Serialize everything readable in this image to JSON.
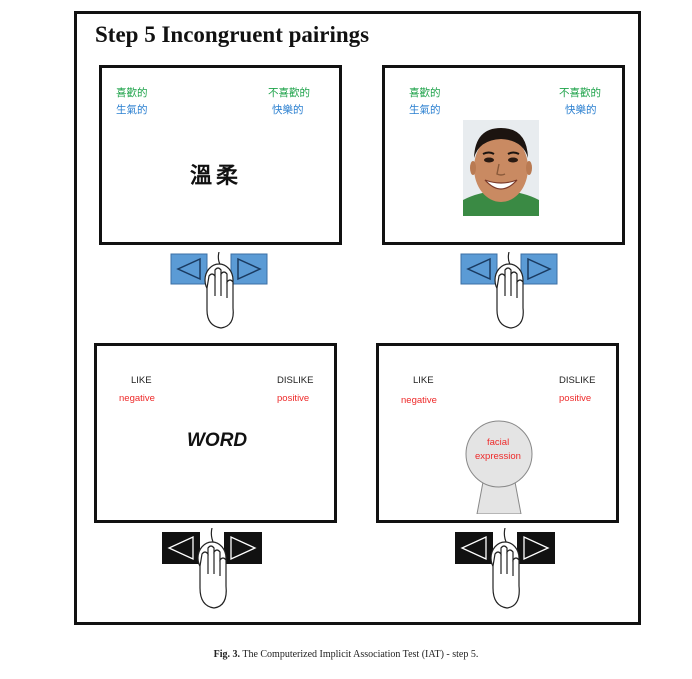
{
  "title": "Step 5 Incongruent pairings",
  "panel_tl": {
    "label_left_top": "喜歡的",
    "label_left_bottom": "生氣的",
    "label_right_top": "不喜歡的",
    "label_right_bottom": "快樂的",
    "center_word": "溫柔"
  },
  "panel_tr": {
    "label_left_top": "喜歡的",
    "label_left_bottom": "生氣的",
    "label_right_top": "不喜歡的",
    "label_right_bottom": "快樂的",
    "center_image": "smiling-face-photo"
  },
  "panel_bl": {
    "label_left_top": "LIKE",
    "label_left_bottom": "negative",
    "label_right_top": "DISLIKE",
    "label_right_bottom": "positive",
    "center_word": "WORD"
  },
  "panel_br": {
    "label_left_top": "LIKE",
    "label_left_bottom": "negative",
    "label_right_top": "DISLIKE",
    "label_right_bottom": "positive",
    "center_line1": "facial",
    "center_line2": "expression"
  },
  "caption": {
    "prefix": "Fig. 3.",
    "text": "The Computerized Implicit Association Test (IAT) - step 5."
  },
  "colors": {
    "green": "#1ea34a",
    "blue": "#2a7fd0",
    "red": "#ee2a2a",
    "key_blue": "#5b9bd5",
    "key_black": "#111111"
  },
  "icons": [
    "left-arrow-key-icon",
    "right-arrow-key-icon",
    "hand-on-mouse-icon",
    "facial-expression-silhouette-icon"
  ]
}
